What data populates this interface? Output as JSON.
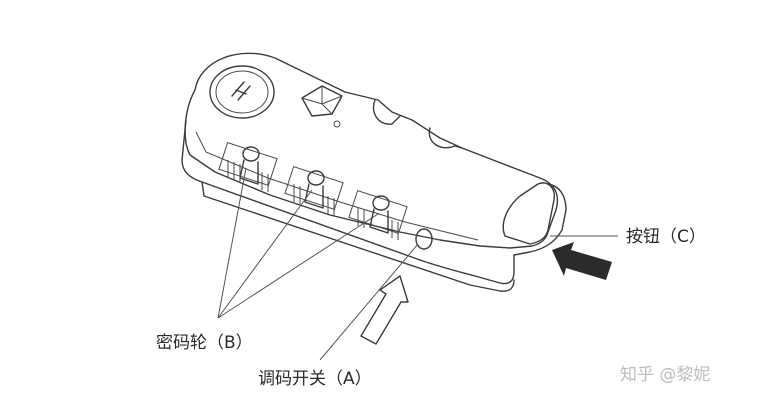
{
  "labels": {
    "button": "按钮（C）",
    "code_wheels": "密码轮（B）",
    "reset_switch": "调码开关（A）"
  },
  "watermark": "知乎 @黎妮",
  "icons": [
    "tsa-diamond-icon",
    "dial-knob-icon",
    "push-arrow-icon",
    "pointer-arrow-icon"
  ]
}
